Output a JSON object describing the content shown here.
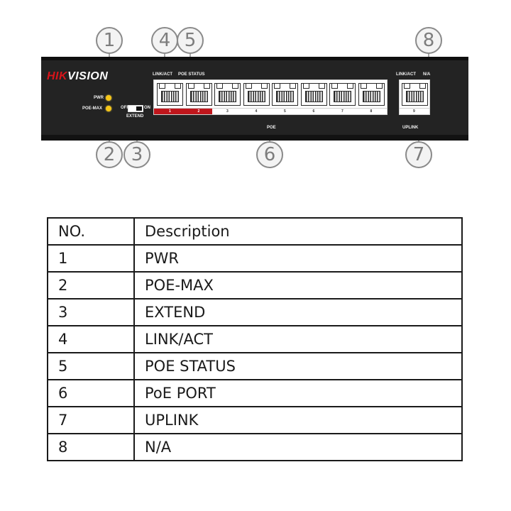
{
  "device": {
    "brand_red": "HIK",
    "brand_white": "VISION",
    "labels": {
      "pwr": "PWR",
      "poe_max": "POE-MAX",
      "off": "OFF",
      "on": "ON",
      "extend": "EXTEND",
      "link_act": "LINK/ACT",
      "poe_status": "POE STATUS",
      "poe": "POE",
      "uplink_link_act": "LINK/ACT",
      "uplink_na": "N/A",
      "uplink": "UPLINK"
    },
    "port_numbers": [
      "1",
      "2",
      "3",
      "4",
      "5",
      "6",
      "7",
      "8"
    ],
    "uplink_port_number": "9",
    "colors": {
      "chassis": "#232323",
      "brand_red": "#d8141a",
      "led": "#f5c518",
      "strip_red": "#c0161c"
    }
  },
  "callouts": [
    "1",
    "2",
    "3",
    "4",
    "5",
    "6",
    "7",
    "8"
  ],
  "table": {
    "headers": [
      "NO.",
      "Description"
    ],
    "rows": [
      [
        "1",
        "PWR"
      ],
      [
        "2",
        "POE-MAX"
      ],
      [
        "3",
        "EXTEND"
      ],
      [
        "4",
        "LINK/ACT"
      ],
      [
        "5",
        "POE STATUS"
      ],
      [
        "6",
        "PoE PORT"
      ],
      [
        "7",
        "UPLINK"
      ],
      [
        "8",
        "N/A"
      ]
    ]
  }
}
